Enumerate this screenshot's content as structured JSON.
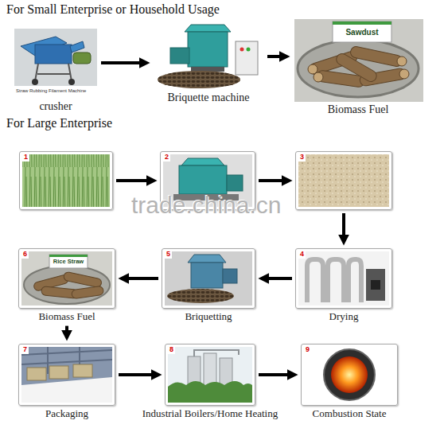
{
  "diagram": {
    "nodes": [
      {
        "text": [
          "crusher"
        ]
      },
      {
        "text": [
          "Briquette machine"
        ]
      },
      {
        "text": [
          "Biomass Fuel"
        ]
      },
      {
        "text": [
          "1"
        ]
      },
      {
        "text": [
          "2"
        ]
      },
      {
        "text": [
          "3"
        ]
      },
      {
        "text": [
          "4",
          "Drying"
        ]
      },
      {
        "text": [
          "5",
          "Briquetting"
        ]
      },
      {
        "text": [
          "6",
          "Biomass Fuel"
        ]
      },
      {
        "text": [
          "7",
          "Packaging"
        ]
      },
      {
        "text": [
          "8",
          "Industrial Boilers/Home Heating"
        ]
      },
      {
        "text": [
          "9",
          "Combustion State"
        ]
      }
    ],
    "edges": [
      {
        "from": 0,
        "to": 1,
        "arrow": "to"
      },
      {
        "from": 1,
        "to": 2,
        "arrow": "to"
      },
      {
        "from": 3,
        "to": 4,
        "arrow": "to"
      },
      {
        "from": 4,
        "to": 5,
        "arrow": "to"
      },
      {
        "from": 5,
        "to": 6,
        "arrow": "to"
      },
      {
        "from": 6,
        "to": 7,
        "arrow": "to"
      },
      {
        "from": 7,
        "to": 8,
        "arrow": "to"
      },
      {
        "from": 8,
        "to": 9,
        "arrow": "to"
      },
      {
        "from": 9,
        "to": 10,
        "arrow": "to"
      },
      {
        "from": 10,
        "to": 11,
        "arrow": "to"
      }
    ],
    "labels": [
      "For Small Enterprise or Household Usage",
      "For Large Enterprise",
      "Straw Rubbing Filament Machine",
      "Sawdust",
      "Rice Straw",
      "trade.china.cn"
    ]
  }
}
